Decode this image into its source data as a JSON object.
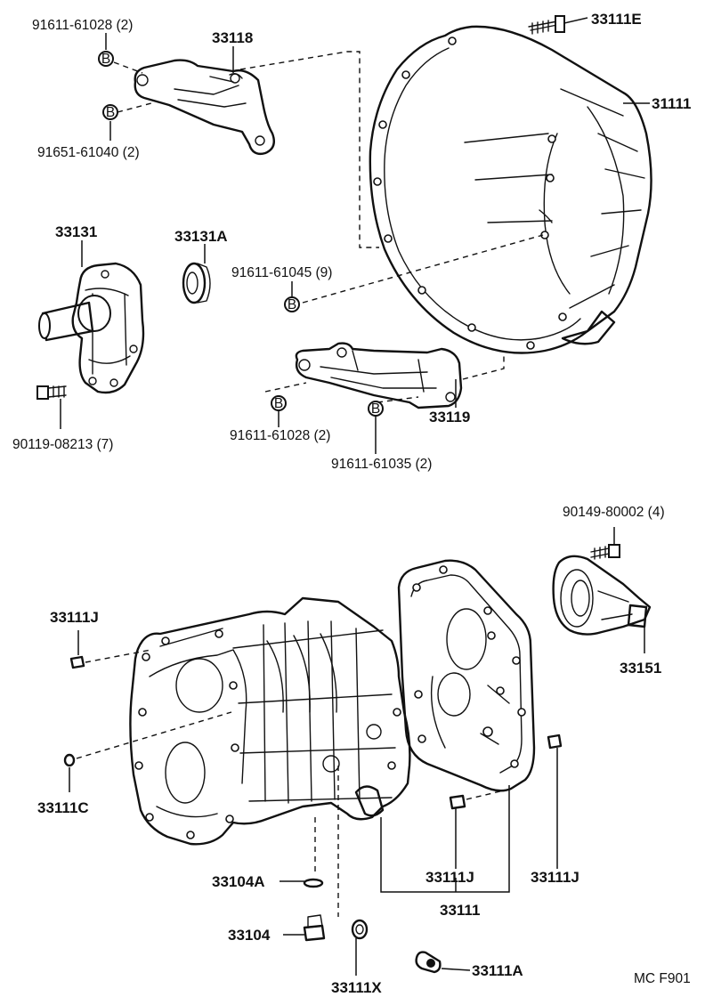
{
  "parts": {
    "p_91611_61028_top": "91611-61028 (2)",
    "p_33118": "33118",
    "p_91651_61040": "91651-61040 (2)",
    "p_33111E": "33111E",
    "p_31111": "31111",
    "p_33131": "33131",
    "p_33131A": "33131A",
    "p_91611_61045": "91611-61045 (9)",
    "p_90119_08213": "90119-08213 (7)",
    "p_33119": "33119",
    "p_91611_61028_mid": "91611-61028 (2)",
    "p_91611_61035": "91611-61035 (2)",
    "p_90149_80002": "90149-80002 (4)",
    "p_33111J_left": "33111J",
    "p_33151": "33151",
    "p_33111C": "33111C",
    "p_33104A": "33104A",
    "p_33111J_bottom1": "33111J",
    "p_33111J_bottom2": "33111J",
    "p_33111": "33111",
    "p_33104": "33104",
    "p_33111A": "33111A",
    "p_33111X": "33111X"
  },
  "bolt_marker": "B",
  "figure_code": "MC F901"
}
